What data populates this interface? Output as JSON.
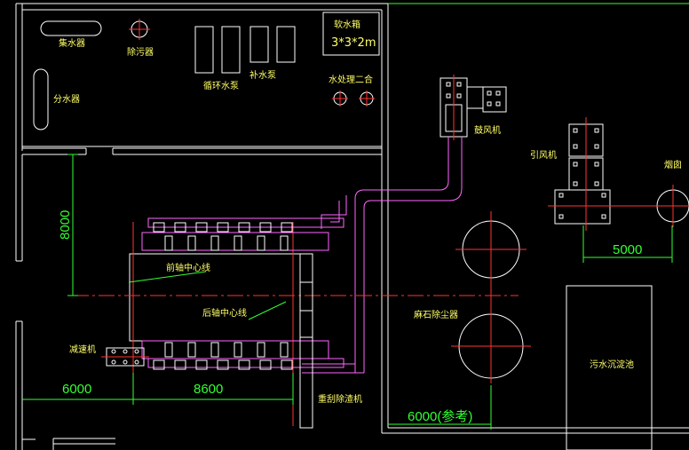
{
  "labels": {
    "water_collector": "集水器",
    "water_distributor": "分水器",
    "dirt_separator": "除污器",
    "circ_pump": "循环水泵",
    "makeup_pump": "补水泵",
    "water_tank_title": "软水箱",
    "water_tank_size": "3*3*2m",
    "water_treatment": "水处理二合",
    "blower": "鼓风机",
    "induced_fan": "引风机",
    "chimney": "烟囱",
    "front_axis": "前轴中心线",
    "rear_axis": "后轴中心线",
    "reducer": "减速机",
    "dust_collector": "麻石除尘器",
    "slag_remover": "重刮除渣机",
    "sewage_tank": "污水沉淀池"
  },
  "dimensions": {
    "d8000": "8000",
    "d6000": "6000",
    "d8600": "8600",
    "d5000": "5000",
    "d6000_ref": "6000(参考)"
  },
  "colors": {
    "background": "#000000",
    "wall": "#ffffff",
    "dimension": "#33ff33",
    "label": "#ffff66",
    "centerline": "#ff3333",
    "duct": "#ff66ff"
  }
}
